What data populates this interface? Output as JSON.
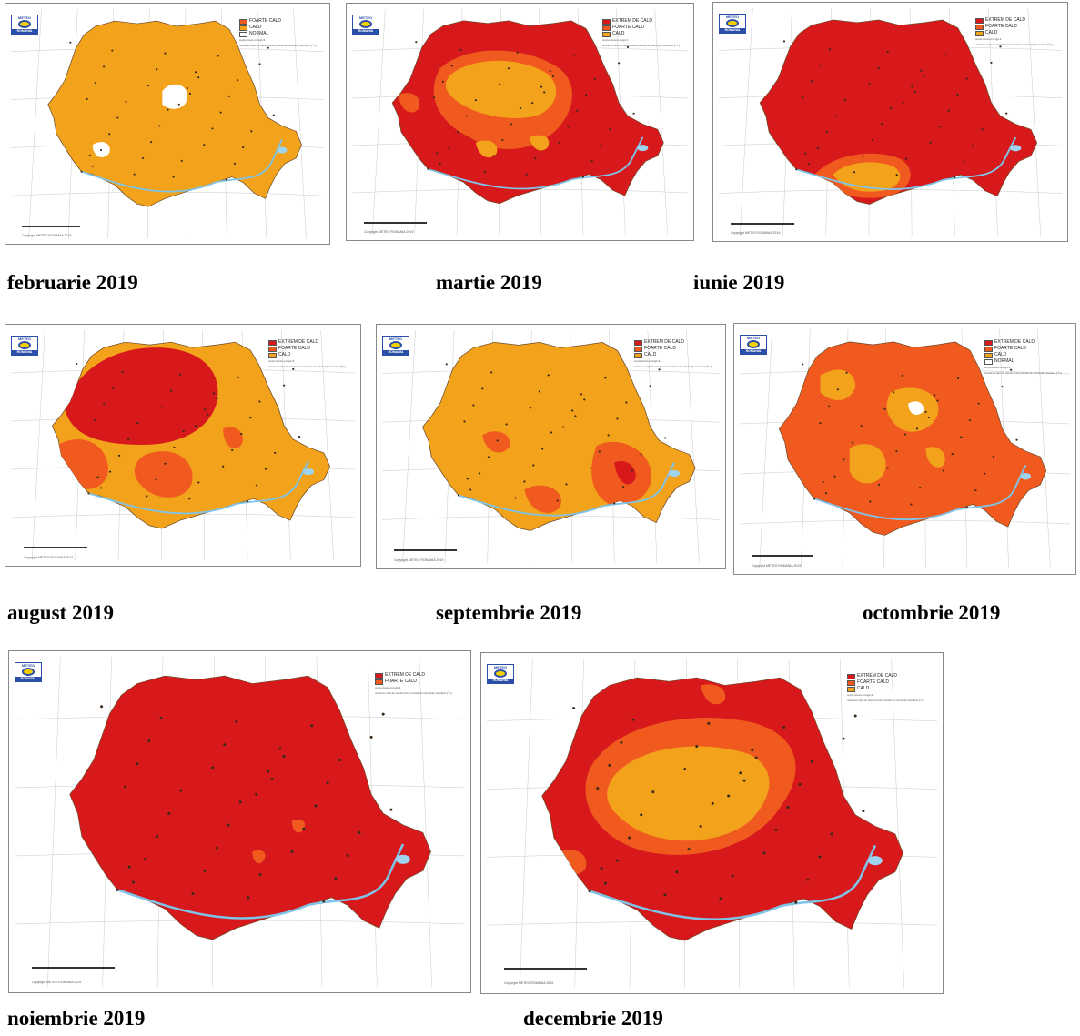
{
  "logo": {
    "top": "METEO",
    "bottom": "ROMANIA"
  },
  "copyright": "Copyright METEO ROMANIA 2019",
  "legend_note_1": "abaterea față de media intervalului de referință standard (°C)",
  "legend_note_2": "stație meteorologică",
  "colors": {
    "extrem": "#d7191c",
    "foarte": "#f05a1e",
    "cald": "#f2a31b",
    "normal": "#ffffff"
  },
  "maps": [
    {
      "caption": "februarie 2019",
      "legend": [
        "FOARTE CALD",
        "CALD",
        "NORMAL"
      ],
      "legend_colors": [
        "foarte",
        "cald",
        "normal"
      ],
      "base": "cald",
      "overlays": "feb"
    },
    {
      "caption": "martie 2019",
      "legend": [
        "EXTREM DE CALD",
        "FOARTE CALD",
        "CALD"
      ],
      "legend_colors": [
        "extrem",
        "foarte",
        "cald"
      ],
      "base": "extrem",
      "overlays": "mar"
    },
    {
      "caption": "iunie 2019",
      "legend": [
        "EXTREM DE CALD",
        "FOARTE CALD",
        "CALD"
      ],
      "legend_colors": [
        "extrem",
        "foarte",
        "cald"
      ],
      "base": "extrem",
      "overlays": "iun"
    },
    {
      "caption": "august 2019",
      "legend": [
        "EXTREM DE CALD",
        "FOARTE CALD",
        "CALD"
      ],
      "legend_colors": [
        "extrem",
        "foarte",
        "cald"
      ],
      "base": "cald",
      "overlays": "aug"
    },
    {
      "caption": "septembrie 2019",
      "legend": [
        "EXTREM DE CALD",
        "FOARTE CALD",
        "CALD"
      ],
      "legend_colors": [
        "extrem",
        "foarte",
        "cald"
      ],
      "base": "cald",
      "overlays": "sep"
    },
    {
      "caption": "octombrie 2019",
      "legend": [
        "EXTREM DE CALD",
        "FOARTE CALD",
        "CALD",
        "NORMAL"
      ],
      "legend_colors": [
        "extrem",
        "foarte",
        "cald",
        "normal"
      ],
      "base": "foarte",
      "overlays": "oct"
    },
    {
      "caption": "noiembrie 2019",
      "legend": [
        "EXTREM DE CALD",
        "FOARTE CALD"
      ],
      "legend_colors": [
        "extrem",
        "foarte"
      ],
      "base": "extrem",
      "overlays": "noi"
    },
    {
      "caption": "decembrie 2019",
      "legend": [
        "EXTREM DE CALD",
        "FOARTE CALD",
        "CALD"
      ],
      "legend_colors": [
        "extrem",
        "foarte",
        "cald"
      ],
      "base": "extrem",
      "overlays": "dec"
    }
  ]
}
